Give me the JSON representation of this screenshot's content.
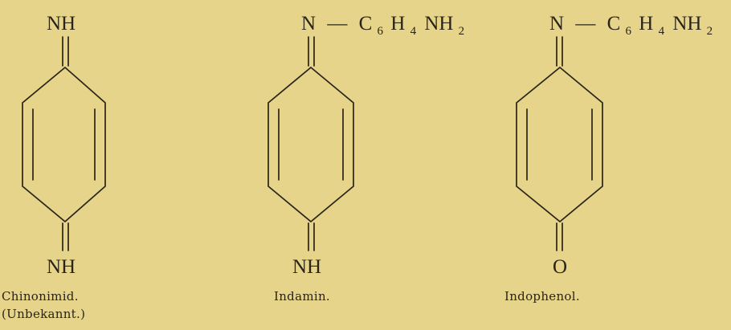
{
  "structures": [
    {
      "top": {
        "atom": "NH"
      },
      "bottom": {
        "atom": "NH"
      },
      "caption": [
        "Chinonimid.",
        "(Unbekannt.)"
      ]
    },
    {
      "top": {
        "atom": "N",
        "dash": "—",
        "c": "C",
        "c_sub": "6",
        "h": "H",
        "h_sub": "4",
        "nh": "NH",
        "nh_sub": "2"
      },
      "bottom": {
        "atom": "NH"
      },
      "caption": [
        "Indamin."
      ]
    },
    {
      "top": {
        "atom": "N",
        "dash": "—",
        "c": "C",
        "c_sub": "6",
        "h": "H",
        "h_sub": "4",
        "nh": "NH",
        "nh_sub": "2"
      },
      "bottom": {
        "atom": "O"
      },
      "caption": [
        "Indophenol."
      ]
    }
  ]
}
